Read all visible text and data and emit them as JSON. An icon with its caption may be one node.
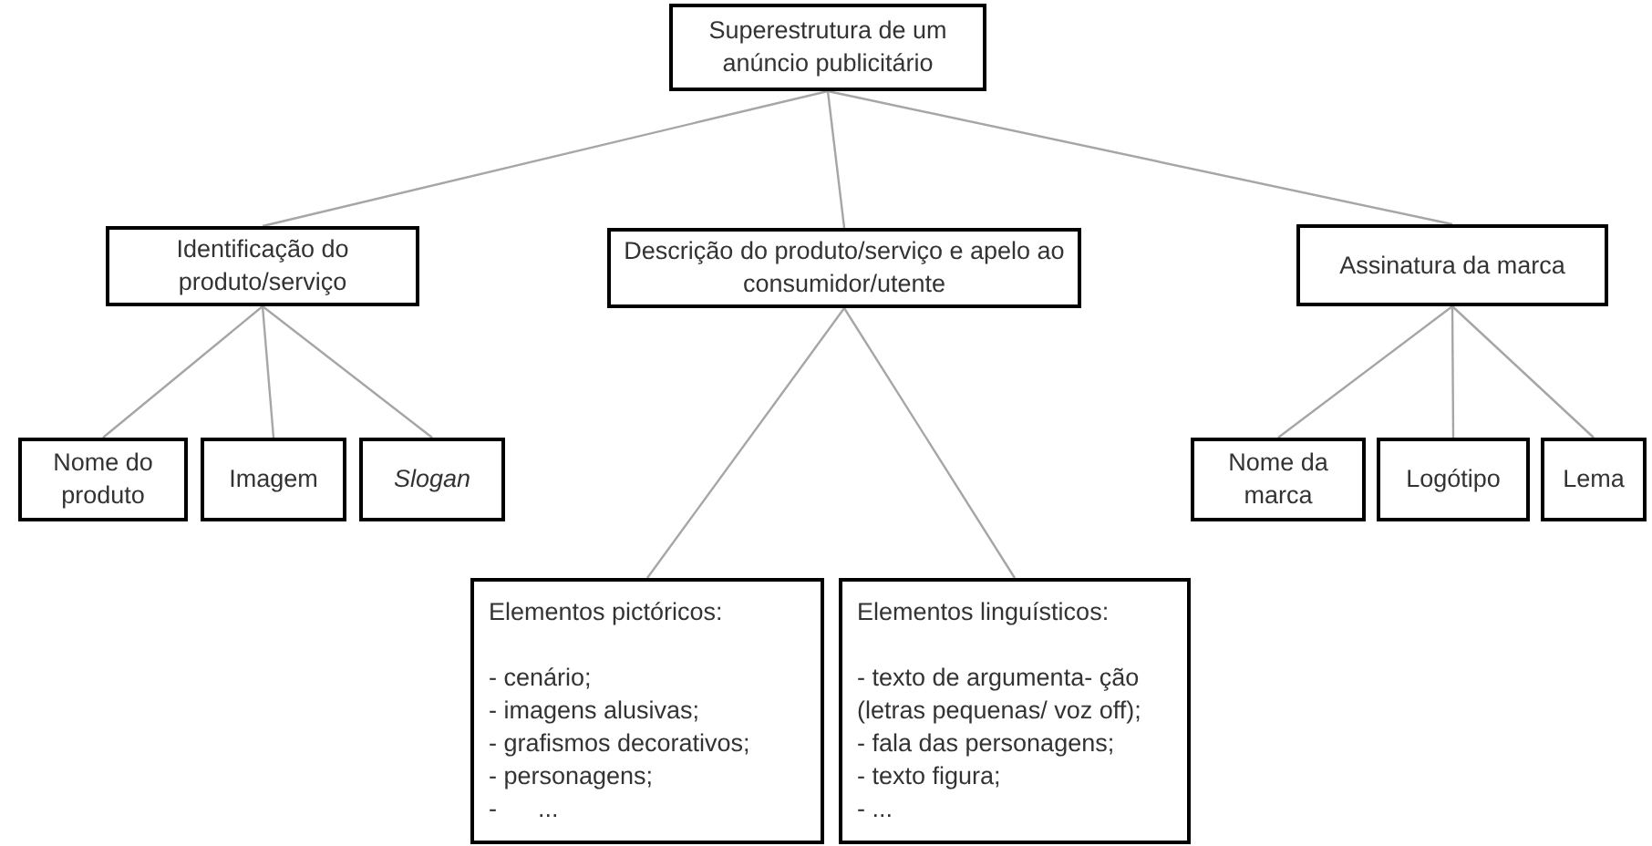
{
  "diagram": {
    "nodes": [
      {
        "text": [
          "Superestrutura de um anúncio publicitário"
        ]
      },
      {
        "text": [
          "Identificação do produto/serviço"
        ]
      },
      {
        "text": [
          "Descrição do produto/serviço e apelo ao consumidor/utente"
        ]
      },
      {
        "text": [
          "Assinatura da marca"
        ]
      },
      {
        "text": [
          "Nome do produto"
        ]
      },
      {
        "text": [
          "Imagem"
        ]
      },
      {
        "text": [
          "*Slogan*"
        ]
      },
      {
        "text": [
          "Nome da marca"
        ]
      },
      {
        "text": [
          "Logótipo"
        ]
      },
      {
        "text": [
          "Lema"
        ]
      },
      {
        "text": [
          "Elementos pictóricos:",
          "- cenário;",
          "- imagens alusivas;",
          "- grafismos decorativos;",
          "- personagens;",
          "-      ..."
        ]
      },
      {
        "text": [
          "Elementos linguísticos:",
          "- texto de argumenta- ção (letras pequenas/ voz off);",
          "- fala das personagens;",
          "- texto figura;",
          "- ..."
        ]
      }
    ],
    "edges": [
      {
        "from": 0,
        "to": 1,
        "arrow": "none"
      },
      {
        "from": 0,
        "to": 2,
        "arrow": "none"
      },
      {
        "from": 0,
        "to": 3,
        "arrow": "none"
      },
      {
        "from": 1,
        "to": 4,
        "arrow": "none"
      },
      {
        "from": 1,
        "to": 5,
        "arrow": "none"
      },
      {
        "from": 1,
        "to": 6,
        "arrow": "none"
      },
      {
        "from": 2,
        "to": 10,
        "arrow": "none"
      },
      {
        "from": 2,
        "to": 11,
        "arrow": "none"
      },
      {
        "from": 3,
        "to": 7,
        "arrow": "none"
      },
      {
        "from": 3,
        "to": 8,
        "arrow": "none"
      },
      {
        "from": 3,
        "to": 9,
        "arrow": "none"
      }
    ]
  }
}
